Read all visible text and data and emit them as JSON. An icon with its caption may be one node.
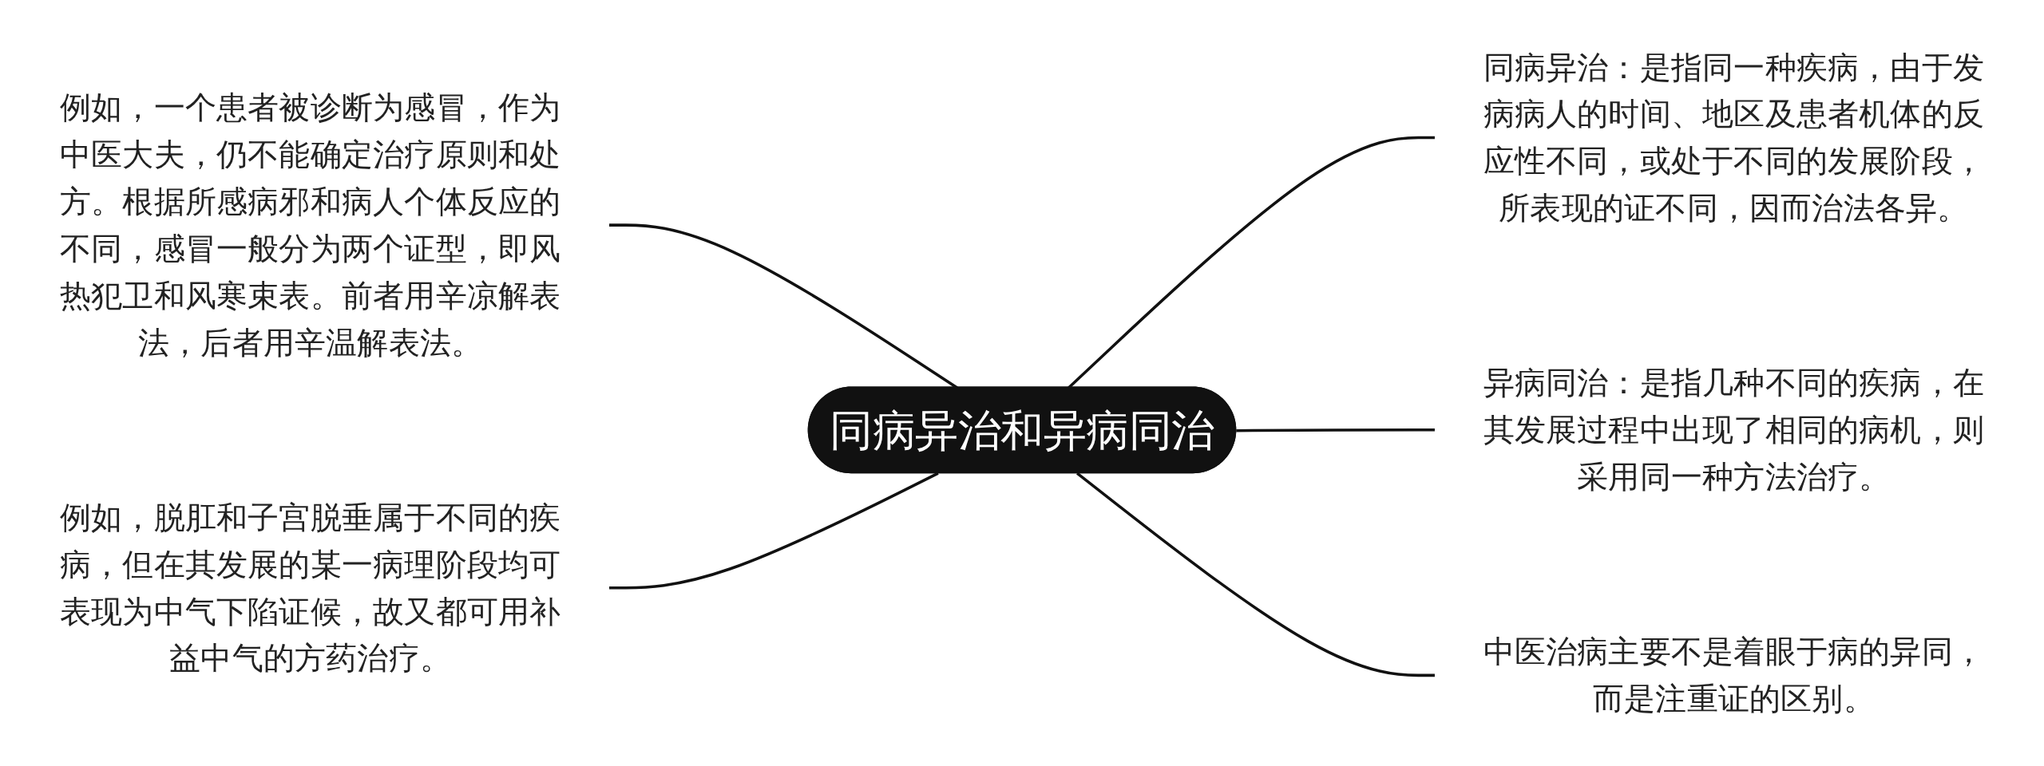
{
  "diagram": {
    "nodes": [
      {
        "text": [
          "同病异治和异病同治"
        ]
      },
      {
        "text": [
          "同病异治：是指同一种疾病，由于发病病人的时间、地区及患者机体的反应性不同，或处于不同的发展阶段，所表现的证不同，因而治法各异。"
        ]
      },
      {
        "text": [
          "异病同治：是指几种不同的疾病，在其发展过程中出现了相同的病机，则采用同一种方法治疗。"
        ]
      },
      {
        "text": [
          "中医治病主要不是着眼于病的异同，而是注重证的区别。"
        ]
      },
      {
        "text": [
          "例如，一个患者被诊断为感冒，作为中医大夫，仍不能确定治疗原则和处方。根据所感病邪和病人个体反应的不同，感冒一般分为两个证型，即风热犯卫和风寒束表。前者用辛凉解表法，后者用辛温解表法。"
        ]
      },
      {
        "text": [
          "例如，脱肛和子宫脱垂属于不同的疾病，但在其发展的某一病理阶段均可表现为中气下陷证候，故又都可用补益中气的方药治疗。"
        ]
      }
    ],
    "edges": [
      {
        "from": 0,
        "to": 1,
        "arrow": "none"
      },
      {
        "from": 0,
        "to": 2,
        "arrow": "none"
      },
      {
        "from": 0,
        "to": 3,
        "arrow": "none"
      },
      {
        "from": 4,
        "to": 0,
        "arrow": "none"
      },
      {
        "from": 5,
        "to": 0,
        "arrow": "none"
      }
    ]
  }
}
